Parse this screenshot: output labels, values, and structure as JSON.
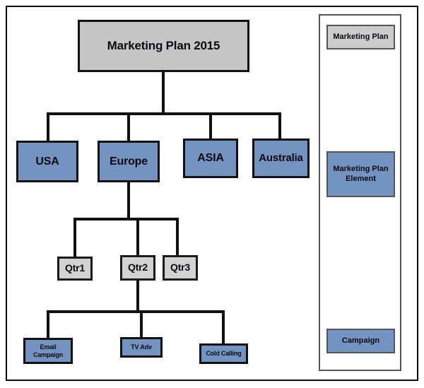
{
  "diagram": {
    "title": "Marketing Plan 2015 hierarchy",
    "type": "org-chart",
    "colors": {
      "root_fill": "#c6c6c6",
      "element_fill": "#7593c0",
      "quarter_fill": "#d2d2d2",
      "border": "#111111",
      "legend_border": "#555555",
      "background": "#ffffff"
    },
    "nodes": {
      "root": {
        "label": "Marketing Plan 2015",
        "level": 0,
        "style": "gray"
      },
      "usa": {
        "label": "USA",
        "level": 1,
        "style": "blue"
      },
      "europe": {
        "label": "Europe",
        "level": 1,
        "style": "blue"
      },
      "asia": {
        "label": "ASIA",
        "level": 1,
        "style": "blue"
      },
      "australia": {
        "label": "Australia",
        "level": 1,
        "style": "blue"
      },
      "qtr1": {
        "label": "Qtr1",
        "level": 2,
        "style": "gray"
      },
      "qtr2": {
        "label": "Qtr2",
        "level": 2,
        "style": "gray"
      },
      "qtr3": {
        "label": "Qtr3",
        "level": 2,
        "style": "gray"
      },
      "email_campaign": {
        "label": "Email Campaign",
        "level": 3,
        "style": "blue"
      },
      "tv_adv": {
        "label": "TV Adv",
        "level": 3,
        "style": "blue"
      },
      "cold_calling": {
        "label": "Cold Calling",
        "level": 3,
        "style": "blue"
      }
    },
    "edges": [
      {
        "from": "root",
        "to": "usa"
      },
      {
        "from": "root",
        "to": "europe"
      },
      {
        "from": "root",
        "to": "asia"
      },
      {
        "from": "root",
        "to": "australia"
      },
      {
        "from": "europe",
        "to": "qtr1"
      },
      {
        "from": "europe",
        "to": "qtr2"
      },
      {
        "from": "europe",
        "to": "qtr3"
      },
      {
        "from": "qtr2",
        "to": "email_campaign"
      },
      {
        "from": "qtr2",
        "to": "tv_adv"
      },
      {
        "from": "qtr2",
        "to": "cold_calling"
      }
    ]
  },
  "legend": {
    "items": [
      {
        "label": "Marketing Plan",
        "style": "gray"
      },
      {
        "label": "Marketing Plan Element",
        "style": "blue"
      },
      {
        "label": "Campaign",
        "style": "blue"
      }
    ]
  }
}
